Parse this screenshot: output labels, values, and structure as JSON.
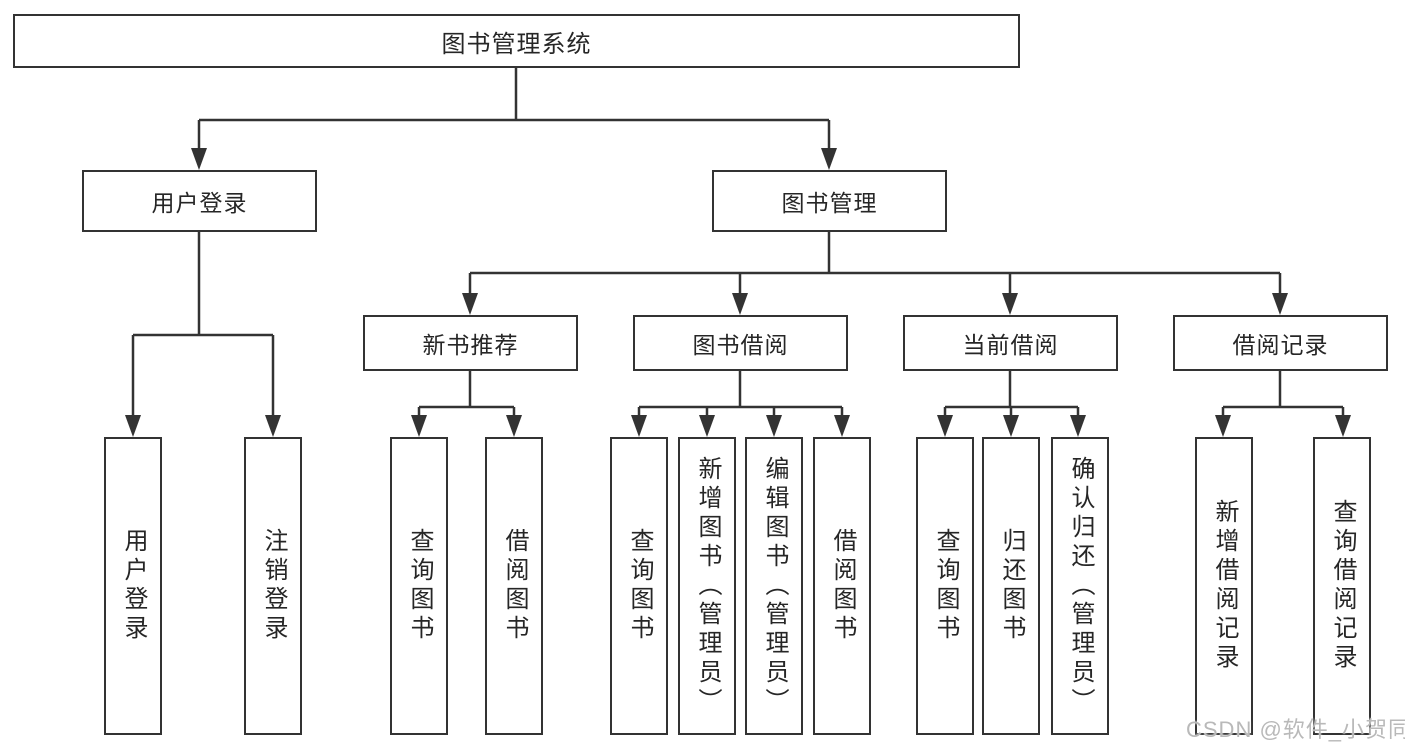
{
  "colors": {
    "line": "#333333",
    "text": "#262626",
    "watermark": "#b9b9b9",
    "background": "#ffffff"
  },
  "diagram": {
    "title": "图书管理系统",
    "children": [
      {
        "label": "用户登录",
        "children": [
          {
            "label": "用户登录"
          },
          {
            "label": "注销登录"
          }
        ]
      },
      {
        "label": "图书管理",
        "children": [
          {
            "label": "新书推荐",
            "children": [
              {
                "label": "查询图书"
              },
              {
                "label": "借阅图书"
              }
            ]
          },
          {
            "label": "图书借阅",
            "children": [
              {
                "label": "查询图书"
              },
              {
                "label": "新增图书（管理员）"
              },
              {
                "label": "编辑图书（管理员）"
              },
              {
                "label": "借阅图书"
              }
            ]
          },
          {
            "label": "当前借阅",
            "children": [
              {
                "label": "查询图书"
              },
              {
                "label": "归还图书"
              },
              {
                "label": "确认归还（管理员）"
              }
            ]
          },
          {
            "label": "借阅记录",
            "children": [
              {
                "label": "新增借阅记录"
              },
              {
                "label": "查询借阅记录"
              }
            ]
          }
        ]
      }
    ]
  },
  "watermark": {
    "text": "CSDN @软件_小贺同学"
  }
}
